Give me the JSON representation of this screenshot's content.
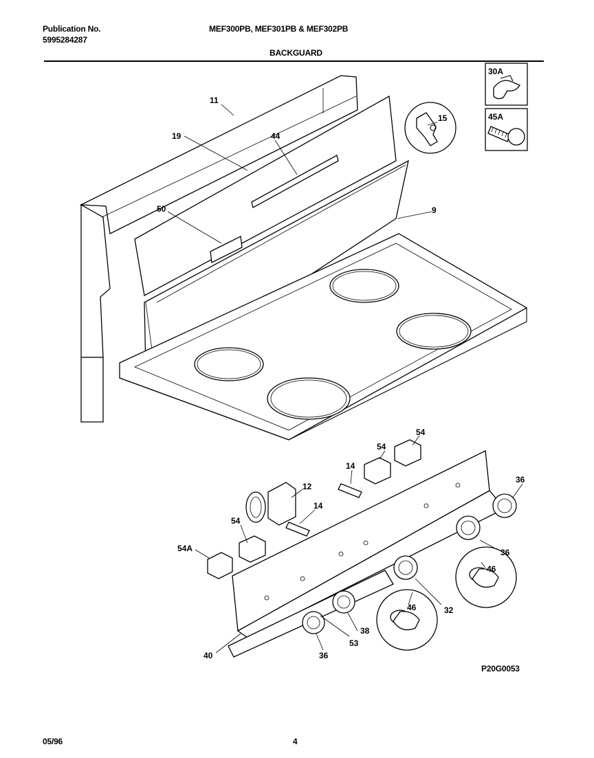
{
  "header": {
    "publication_label": "Publication No.",
    "publication_number": "5995284287",
    "models": "MEF300PB, MEF301PB & MEF302PB",
    "section": "BACKGUARD"
  },
  "footer": {
    "date": "05/96",
    "page": "4",
    "drawing_code": "P20G0053"
  },
  "callouts": {
    "c30A": "30A",
    "c45A": "45A",
    "c15": "15",
    "c11": "11",
    "c19": "19",
    "c44": "44",
    "c50": "50",
    "c9": "9",
    "c54a": "54",
    "c54b": "54",
    "c54c": "54",
    "c54A": "54A",
    "c14a": "14",
    "c14b": "14",
    "c12": "12",
    "c36a": "36",
    "c36b": "36",
    "c36c": "36",
    "c46a": "46",
    "c46b": "46",
    "c32": "32",
    "c38": "38",
    "c53": "53",
    "c40": "40"
  }
}
